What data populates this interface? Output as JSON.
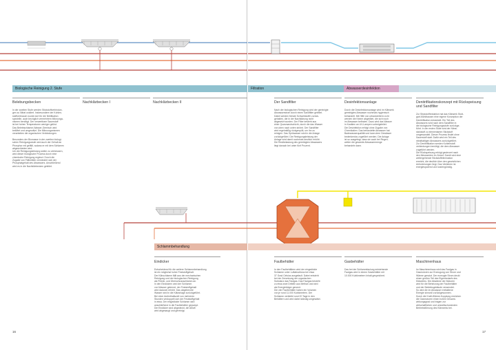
{
  "colors": {
    "teal": "#8fc1cf",
    "teal_light": "#cde3ea",
    "magenta": "#d6a6c6",
    "salmon": "#e6b8a6",
    "orange": "#e5713d",
    "line_red": "#b5403a",
    "line_blue": "#5f8fc4",
    "line_cyan": "#7fc6e6",
    "yellow": "#f4e500"
  },
  "bars": {
    "top_left": "Biologische Reinigung 2. Stufe",
    "top_filtration": "Filtration",
    "top_abwasser": "Abwasserdesinfektion",
    "bottom_left": "Schlammbehandlung"
  },
  "top_columns": [
    {
      "head": "Belebungsbecken",
      "body": "In der zweiten Stufe werden Stickstoffverbindun-\ngen zu Nitrat oxidiert. Insbesondere der Kohlen-\nstoffverbrauch wurde dort für die Nitrifikation\nspezielle, auch bezüglich vermehrtem Mikroorga-\nnismen benötigt. Der verwertbare Sauerstoff\nist bei hohen Temperaturen weniger gelöst.\nDas Belebtschlamm-Wasser-Gemisch wird\nbelüftet und umgewälzt. Die Mikroorganismen\nverarbeiten die organischen Verbindungen.\n\nBesonders der Biomasse in der zweiten biologi-\nschen Reinigungsstufe wird auch der Gehalt an\nPhosphor mit gefällt, sodass er mit dem Schlamm\nabgeschieden wird.\nUm die Reinigungsleistung weiter zu verbessern,\nwird dieser biologische Prozess durch eine\nchemische Reinigung ergänzt. Durch die\nZugabe von Fällmitteln vermindert sich der\nPhosphatgehalt des Abwassers. Anschließend\nwird es in die Nachklärbecken geleitet."
    },
    {
      "head": "Nachklärbecken I",
      "body": ""
    },
    {
      "head": "Nachklärbecken II",
      "body": ""
    },
    {
      "head": "Der Sandfilter",
      "body": "Nach der biologischen Reinigung wird der gereinigte\nAbwasserstrom durch einen Sandfilter geleitet.\nDabei werden feinste Schwebstoffe zurück-\ngehalten, die in der Nachklärung nicht\nabgesetzt wurden. Der Filter besteht aus\neiner Quarzsandschicht, durch die das Wasser\nvon oben nach unten strömt. Der Sandfilter\nwird regelmäßig rückgespült, um ihn zu\nreinigen. Das Spülwasser wird in die Anlage\nzurückgeführt. Die Reinigungsleistung der\nAnlage wird damit nochmals deutlich erhöht.\nDie Restbelastung des gereinigten Abwassers\nliegt danach bei unter fünf Prozent."
    },
    {
      "head": "Desinfektionsanlage",
      "body": "Durch die Desinfektionsanlage wird im Klärwerk\ngereinigtes Abwasser nochmals hygienisch\nbehandelt. Mit Hilfe von ultraviolettem Licht\nwerden die Keime abgetötet, die sich noch\nim Abwasser befinden. Dazu wird das Wasser\nin Kanälen an UV-Lampen vorbeigeleitet.\nDie Desinfektion erfolgt ohne Zugabe von\nChemikalien. Das behandelte Abwasser hat\nBadewasserqualität und kann dem Gewässer\nbedenkenlos zugeführt werden. Die Anlage\nist so ausgelegt, dass sie auch bei Regen-\nwetter die gesamte Abwassermenge\nbehandeln kann."
    },
    {
      "head": "Denitrifikationskonzept mit Rückspeisung\nund Sandfilter",
      "body": "Zur Stickstoffreduktion hat das Klärwerk Stutt-\ngart-Mühlhausen eine eigene Konzeption der\nDenitrifikation entwickelt. Ein Teil des\nAbwassers wird nach dem Sandfilter in\ndie biologische Reinigungsstufe zurückge-\nführt. In der ersten Stufe wird der Nitrat-\nstickstoff zu elementarem Stickstoff\numgewandelt. Dieser Prozess findet ohne\nSauerstoff statt. Dafür wird ein Teil des\nnitrathaltigen Abwassers zurückgeführt.\nZur Denitrifikation werden Kohlenstoff-\nverbindungen benötigt, die dem Abwasser\nzugeführt werden.\nDie Rückspeisung erfolgt gesteuert nach\nden Messwerten im Zulauf. Damit wird eine\nweitergehende Stickstoffelimination\nerreicht, die deutlich über den gesetzlichen\nAnforderungen liegt. Das Verfahren ist\nenergiesparend und kostengünstig."
    }
  ],
  "bottom_columns": [
    {
      "head": "Eindicker",
      "body": "Entscheidend für die weitere Schlammbehandlung\nist ein möglichst hoher Feststoffgehalt.\nDer Klärschlamm fällt aus der mechanischen\nReinigung und der biologischen Reinigung\nals Primär- und Überschussschlamm an.\nIn den Eindickern wird der Schlamm\nvon Wasser getrennt, der Feststoffgehalt\nwird dadurch erhöht. Das abgetrennte\nWasser wird in die Kläranlage zurückgeführt.\nBei einer Aufenthaltszeit von mehreren\nStunden verdoppelt sich der Feststoffgehalt\nin etwa. Der eingedickte Schlamm wird\nanschließend in die Faulbehälter gepumpt.\nDie Eindicker sind abgedeckt, die Abluft\nwird abgesaugt und gereinigt."
    },
    {
      "head": "Faulbehälter",
      "body": "In den Faulbehältern wird der eingedickte\nSchlamm unter Luftabschluss bei etwa\n37 Grad Celsius ausgefault. Dabei entsteht\nbei der Zersetzung der organischen\nSubstanz das Faulgas. Das Faulgas besteht\nzu etwa zwei Dritteln aus Methan und wird\nals Energieträger genutzt.\nDie vier Faulbehälter haben ein Volumen\nvon je rund 11.000 Kubikmetern. Der\nSchlamm verbleibt rund 20 Tage in den\nBehältern und wird dabei ständig umgewälzt."
    },
    {
      "head": "Gasbehälter",
      "body": "Das bei der Schlammfaulung entstehende\nFaulgas wird in einem Gasbehälter mit\n10.000 Kubikmetern Inhalt gespeichert."
    },
    {
      "head": "Maschinenhaus",
      "body": "Im Maschinenhaus wird das Faulgas in\nGasmotoren zur Erzeugung von Strom und\nWärme genutzt. Der erzeugte Strom deckt\neinen großen Teil des Eigenbedarfs des\nKlärwerks. Die Abwärme der Motoren\nwird für die Beheizung der Faulbehälter\nund der Betriebsgebäude verwendet.\nSo wird die im Abwasser enthaltene\nEnergie sinnvoll zurückgewonnen.\nDurch die Kraft-Wärme-Kopplung erreichen\ndie Gasmotoren einen hohen Gesamt-\nwirkungsgrad und tragen zur\nwirtschaftlichen und umweltschonenden\nBetriebsführung des Klärwerks bei."
    }
  ],
  "page_numbers": {
    "left": "16",
    "right": "17"
  }
}
